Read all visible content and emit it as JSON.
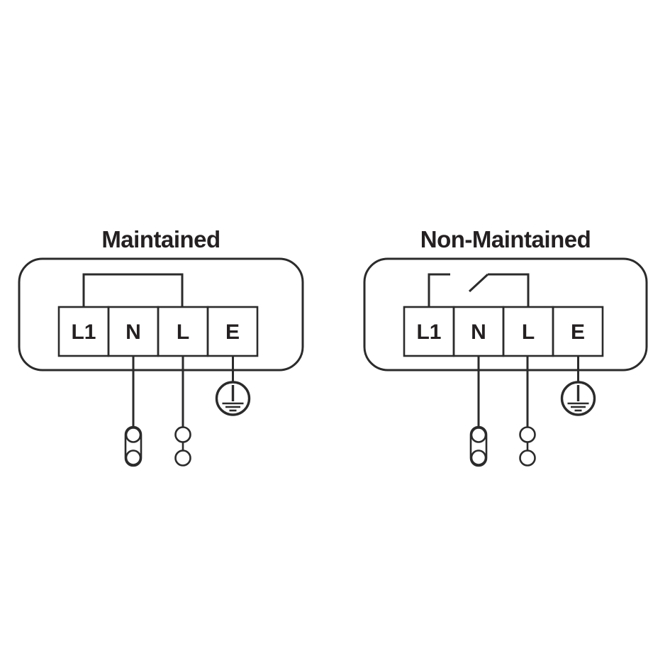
{
  "figure": {
    "background": "#ffffff",
    "stroke_color": "#2b2b2c",
    "text_color": "#242021"
  },
  "diagrams": [
    {
      "title": "Maintained",
      "terminals": [
        "L1",
        "N",
        "L",
        "E"
      ],
      "l1_to_l_link": "permanent-link-loop",
      "connectors": {
        "n_wire": "capsule-twin-connector-icon",
        "l_wire": "twin-circle-connector-icon",
        "e_wire": "protective-earth-icon"
      }
    },
    {
      "title": "Non-Maintained",
      "terminals": [
        "L1",
        "N",
        "L",
        "E"
      ],
      "l1_to_l_link": "open-switch",
      "connectors": {
        "n_wire": "capsule-twin-connector-icon",
        "l_wire": "twin-circle-connector-icon",
        "e_wire": "protective-earth-icon"
      }
    }
  ]
}
